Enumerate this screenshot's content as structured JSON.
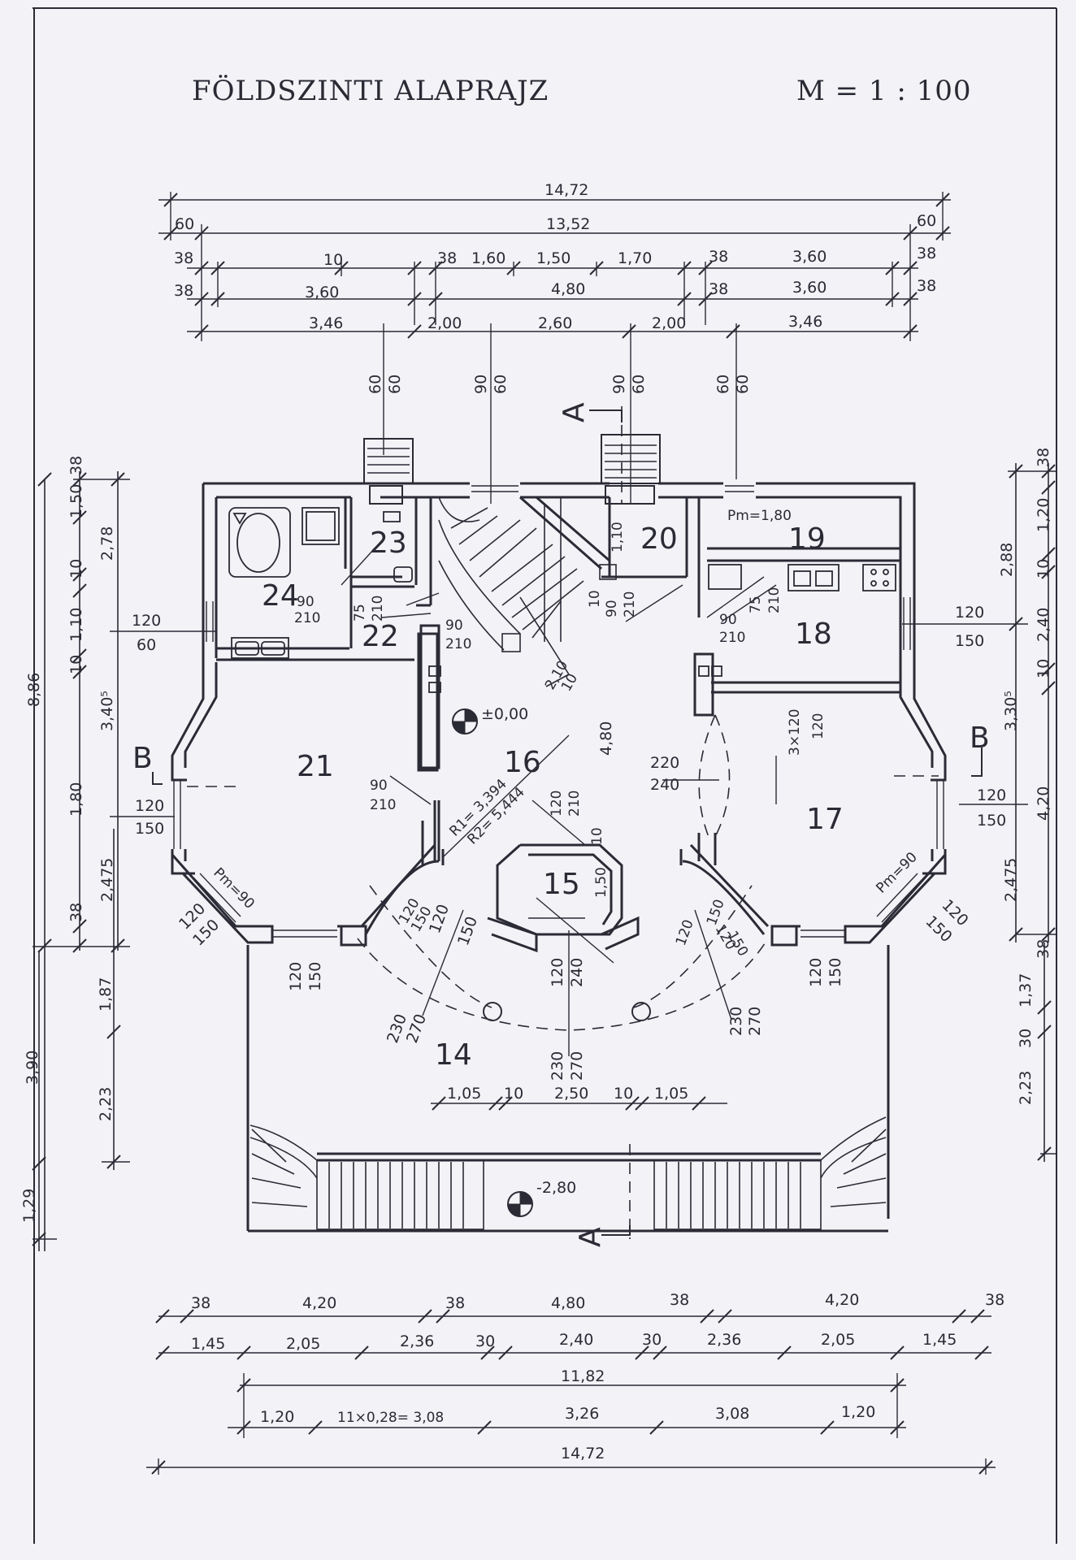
{
  "title": "FÖLDSZINTI ALAPRAJZ",
  "scale": "M = 1 : 100",
  "colors": {
    "ink": "#2b2b36",
    "paper": "#f3f2f6",
    "wall": "#2b2b36"
  },
  "dims_top": {
    "row1": [
      "14,72"
    ],
    "row2": [
      "60",
      "13,52",
      "60"
    ],
    "row3": [
      "38",
      "10",
      "38",
      "1,60",
      "1,50",
      "1,70",
      "38",
      "3,60",
      "38"
    ],
    "row4": [
      "38",
      "3,60",
      "4,80",
      "38",
      "3,60",
      "38"
    ],
    "row5": [
      "3,46",
      "2,00",
      "2,60",
      "2,00",
      "3,46"
    ],
    "vert": [
      "60",
      "60",
      "90",
      "60",
      "90",
      "60",
      "60",
      "60"
    ]
  },
  "dims_left": [
    "8,86",
    "38",
    "1,50",
    "10",
    "1,10",
    "10",
    "3,40⁵",
    "1,80",
    "2,475",
    "38",
    "2,78",
    "120",
    "60",
    "120",
    "150",
    "3,90",
    "1,87",
    "2,23",
    "1,29"
  ],
  "dims_right": [
    "38",
    "1,20",
    "10",
    "2,40",
    "10",
    "3,30⁵",
    "4,20",
    "2,475",
    "38",
    "2,88",
    "120",
    "150",
    "120",
    "150",
    "1,37",
    "30",
    "2,23"
  ],
  "dims_bottom": {
    "row1": [
      "38",
      "4,20",
      "38",
      "4,80",
      "38",
      "4,20",
      "38"
    ],
    "row2": [
      "1,45",
      "2,05",
      "2,36",
      "30",
      "2,40",
      "30",
      "2,36",
      "2,05",
      "1,45"
    ],
    "row3": [
      "11,82"
    ],
    "row4": [
      "1,20",
      "11×0,28= 3,08",
      "3,26",
      "3,08",
      "1,20"
    ],
    "row5": [
      "14,72"
    ]
  },
  "rooms": [
    "14",
    "15",
    "16",
    "17",
    "18",
    "19",
    "20",
    "21",
    "22",
    "23",
    "24"
  ],
  "levels": [
    "±0,00",
    "-2,80"
  ],
  "sections": [
    "A",
    "A",
    "B",
    "B"
  ],
  "door_labels": {
    "d24": [
      "90",
      "210"
    ],
    "d22": [
      "90",
      "210"
    ],
    "d22b": [
      "75",
      "210"
    ],
    "d21": [
      "90",
      "210"
    ],
    "d20": [
      "90",
      "210"
    ],
    "d18": [
      "90",
      "210"
    ],
    "d18b": [
      "75",
      "210"
    ],
    "d16a": [
      "220",
      "240"
    ],
    "d15": [
      "120",
      "210"
    ],
    "d14": [
      "230",
      "270"
    ],
    "d14b": [
      "230",
      "270"
    ],
    "d14c": [
      "230",
      "270"
    ],
    "w14": [
      "120",
      "240"
    ],
    "d17": [
      "3×120",
      "120"
    ],
    "w20": [
      "1,10"
    ],
    "w19": [
      "Pm=1,80"
    ],
    "w21": [
      "Pm=90"
    ],
    "w17": [
      "Pm=90"
    ],
    "r16": [
      "R1= 3,394",
      "R2= 5,444"
    ],
    "m16": [
      "4,80"
    ],
    "stair": [
      "10",
      "2,10",
      "10"
    ],
    "w_s1": [
      "120",
      "150"
    ],
    "w_s2": [
      "120",
      "150"
    ],
    "w_s3": [
      "120",
      "150"
    ],
    "w_s4": [
      "120",
      "150"
    ],
    "w_s5": [
      "120",
      "150"
    ],
    "w_s6": [
      "120",
      "150"
    ],
    "w_s7": [
      "120",
      "150"
    ],
    "w15": [
      "1,50"
    ],
    "w15b": [
      "10"
    ],
    "w16x": [
      "120",
      "150"
    ],
    "w16y": [
      "120",
      "150"
    ]
  },
  "dims_mid": [
    "1,05",
    "10",
    "2,50",
    "10",
    "1,05"
  ]
}
